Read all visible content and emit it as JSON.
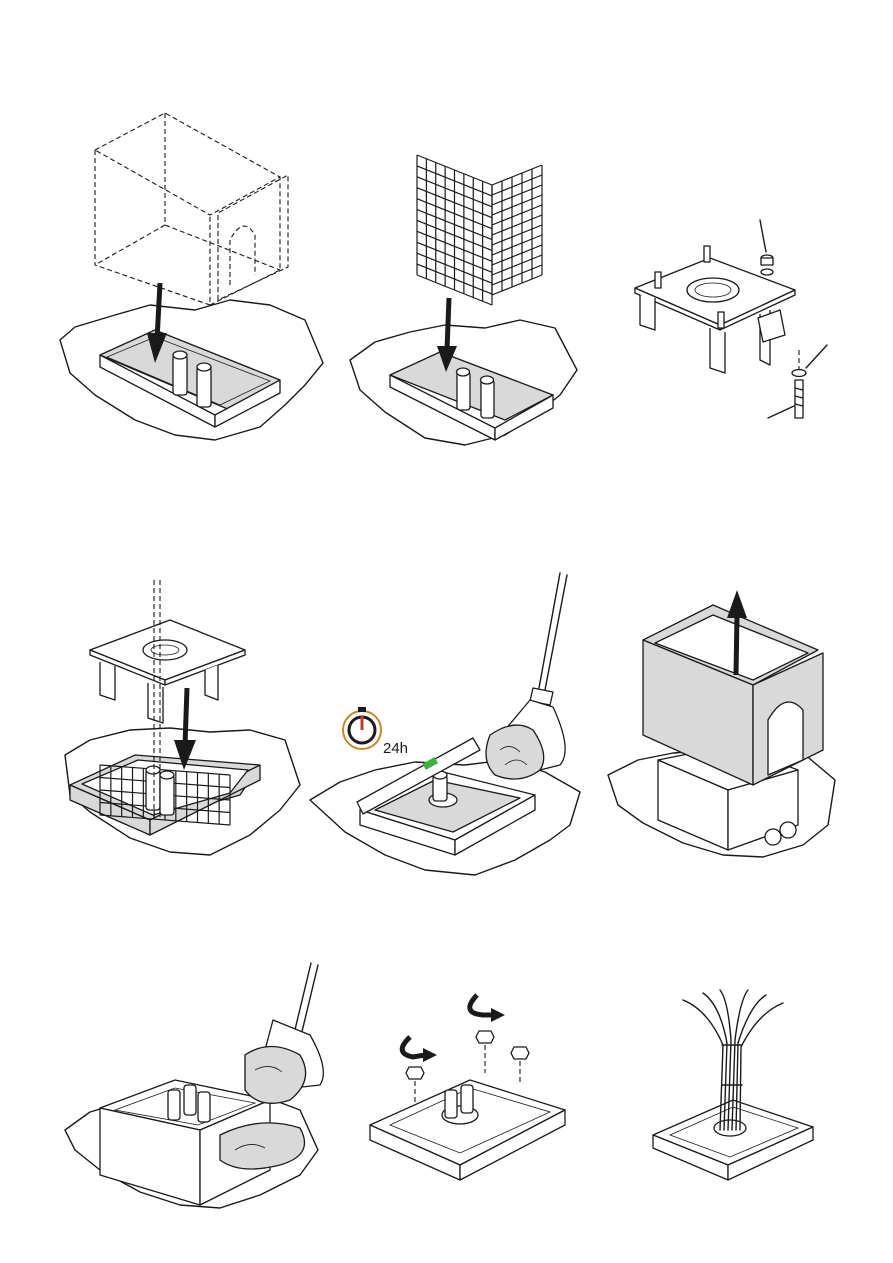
{
  "steps": [
    {
      "id": 1,
      "icon": "formwork-box-lowering"
    },
    {
      "id": 2,
      "icon": "rebar-cage-lowering"
    },
    {
      "id": 3,
      "icon": "anchor-plate-assembly"
    },
    {
      "id": 4,
      "icon": "anchor-plate-into-formwork"
    },
    {
      "id": 5,
      "icon": "pour-concrete-and-level"
    },
    {
      "id": 6,
      "icon": "remove-formwork"
    },
    {
      "id": 7,
      "icon": "backfill-soil"
    },
    {
      "id": 8,
      "icon": "tighten-nuts"
    },
    {
      "id": 9,
      "icon": "cables-through-base"
    }
  ],
  "timer": {
    "label": "24h",
    "icon": "stopwatch-icon",
    "accent": "#c0392b",
    "ring": "#c8862a"
  },
  "level": {
    "bubble_color": "#3fae3f"
  },
  "colors": {
    "line": "#1a1a1a",
    "fill": "#d9d9d9"
  }
}
